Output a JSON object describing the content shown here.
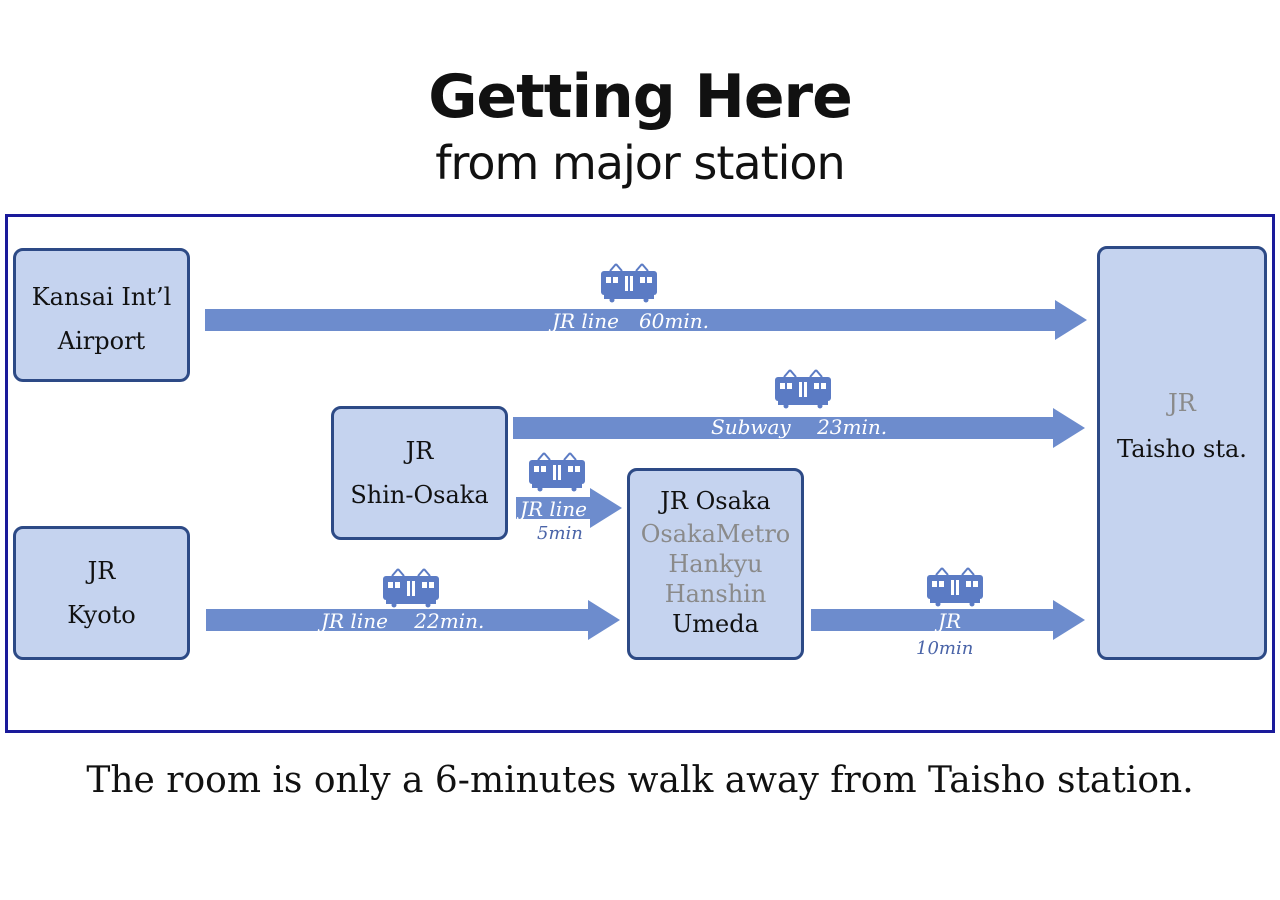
{
  "header": {
    "title": "Getting Here",
    "subtitle": "from major station"
  },
  "stations": {
    "kansai": {
      "line1": "Kansai Int’l",
      "line2": "Airport"
    },
    "shin_osaka": {
      "line1": "JR",
      "line2": "Shin-Osaka"
    },
    "kyoto": {
      "line1": "JR",
      "line2": "Kyoto"
    },
    "osaka": {
      "line1": "JR Osaka",
      "line2": "OsakaMetro",
      "line3": "Hankyu",
      "line4": "Hanshin",
      "line5": "Umeda"
    },
    "taisho": {
      "line1": "JR",
      "line2": "Taisho sta."
    }
  },
  "routes": {
    "airport": {
      "label": "JR line　60min."
    },
    "shin_osaka_subway": {
      "label": "Subway　 23min."
    },
    "shin_osaka_jr": {
      "label": "JR line",
      "time": "5min"
    },
    "kyoto": {
      "label": "JR line　 22min."
    },
    "osaka_jr": {
      "label": "JR",
      "time": "10min"
    }
  },
  "icons": {
    "train": "train-icon"
  },
  "colors": {
    "box_fill": "#c5d3ef",
    "box_border": "#2d4a86",
    "arrow": "#6d8ccd",
    "frame": "#1a1a9a"
  },
  "footer": {
    "note": "The room is only a 6-minutes walk away from Taisho station."
  }
}
